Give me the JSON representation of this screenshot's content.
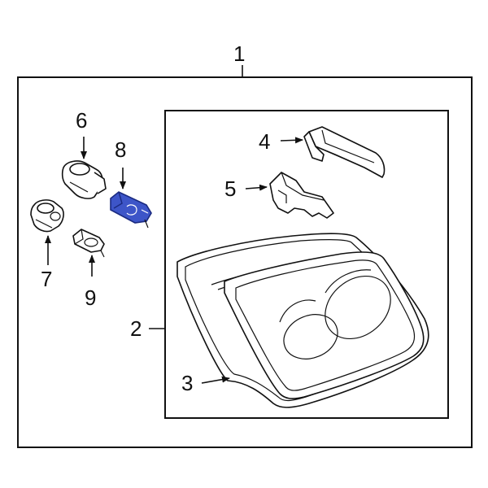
{
  "callouts": [
    {
      "id": "1",
      "label": "1"
    },
    {
      "id": "2",
      "label": "2"
    },
    {
      "id": "3",
      "label": "3"
    },
    {
      "id": "4",
      "label": "4"
    },
    {
      "id": "5",
      "label": "5"
    },
    {
      "id": "6",
      "label": "6"
    },
    {
      "id": "7",
      "label": "7"
    },
    {
      "id": "8",
      "label": "8"
    },
    {
      "id": "9",
      "label": "9"
    }
  ],
  "colors": {
    "line": "#111111",
    "highlight_fill": "#3d55c8",
    "highlight_stroke": "#1a2a80",
    "background": "#ffffff"
  },
  "highlighted_part": "8"
}
